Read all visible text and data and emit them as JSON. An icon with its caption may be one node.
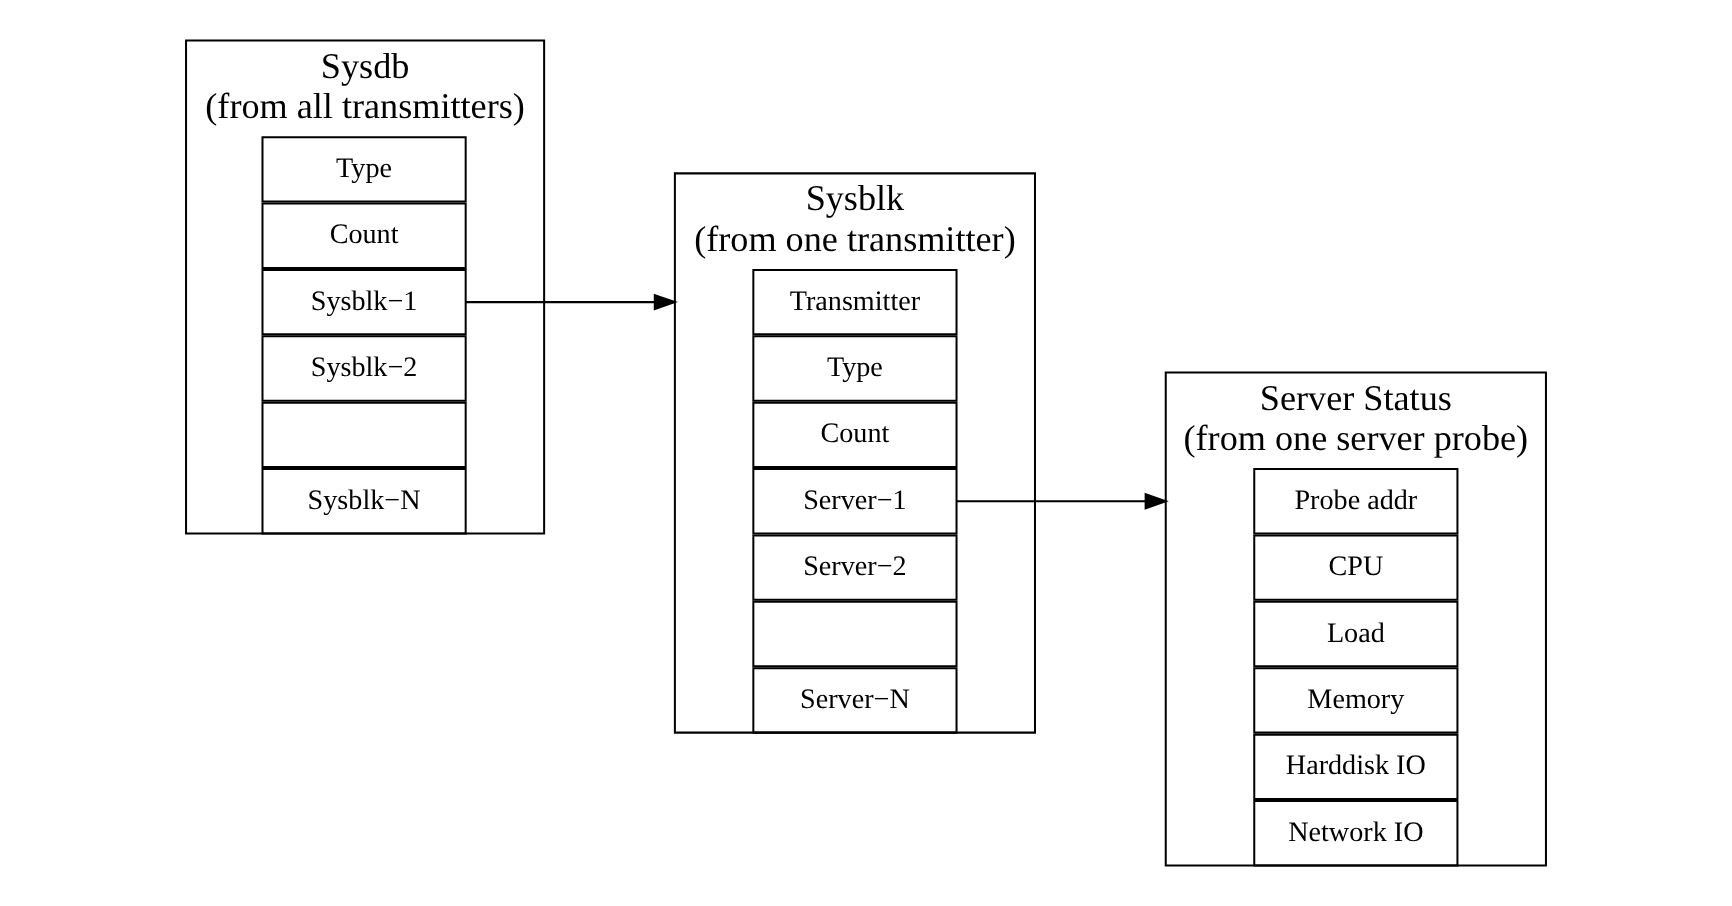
{
  "diagram": {
    "nodes": [
      {
        "text": [
          "Sysdb",
          "(from all transmitters)"
        ]
      },
      {
        "text": [
          "Type"
        ],
        "in": 0
      },
      {
        "text": [
          "Count"
        ],
        "in": 0
      },
      {
        "text": [
          "Sysblk−1"
        ],
        "in": 0
      },
      {
        "text": [
          "Sysblk−2"
        ],
        "in": 0
      },
      {
        "text": [],
        "shape": "box",
        "in": 0
      },
      {
        "text": [
          "Sysblk−N"
        ],
        "in": 0
      },
      {
        "text": [
          "Sysblk",
          "(from one transmitter)"
        ]
      },
      {
        "text": [
          "Transmitter"
        ],
        "in": 7
      },
      {
        "text": [
          "Type"
        ],
        "in": 7
      },
      {
        "text": [
          "Count"
        ],
        "in": 7
      },
      {
        "text": [
          "Server−1"
        ],
        "in": 7
      },
      {
        "text": [
          "Server−2"
        ],
        "in": 7
      },
      {
        "text": [],
        "shape": "box",
        "in": 7
      },
      {
        "text": [
          "Server−N"
        ],
        "in": 7
      },
      {
        "text": [
          "Server Status",
          "(from one server probe)"
        ]
      },
      {
        "text": [
          "Probe addr"
        ],
        "in": 15
      },
      {
        "text": [
          "CPU"
        ],
        "in": 15
      },
      {
        "text": [
          "Load"
        ],
        "in": 15
      },
      {
        "text": [
          "Memory"
        ],
        "in": 15
      },
      {
        "text": [
          "Harddisk IO"
        ],
        "in": 15
      },
      {
        "text": [
          "Network IO"
        ],
        "in": 15
      }
    ],
    "edges": [
      {
        "from": 3,
        "to": 7,
        "arrow": "to"
      },
      {
        "from": 11,
        "to": 15,
        "arrow": "to"
      }
    ]
  }
}
